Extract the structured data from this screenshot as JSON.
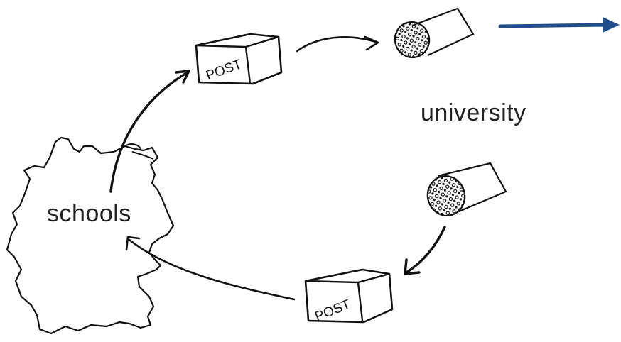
{
  "labels": {
    "university": "university",
    "schools": "schools",
    "post_top": "POST",
    "post_bottom": "POST"
  },
  "colors": {
    "ink": "#111111",
    "accent_arrow": "#1f4e8c"
  },
  "icons": [
    "germany-map",
    "post-box",
    "sample-core",
    "curved-arrow",
    "blue-arrow"
  ]
}
